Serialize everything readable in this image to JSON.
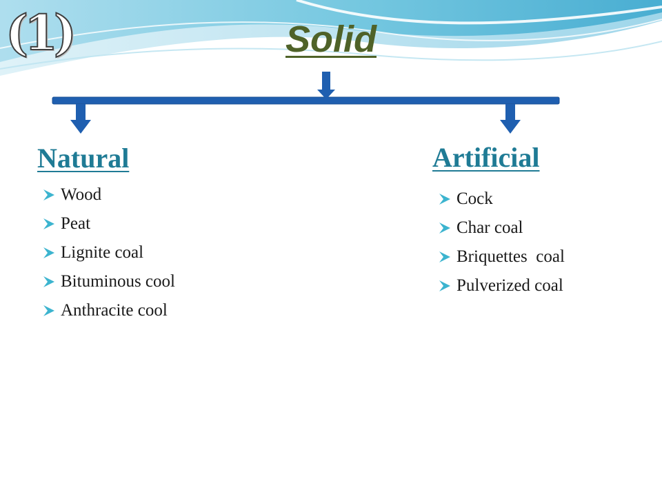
{
  "slide_number": "(1)",
  "title": "Solid",
  "branches": {
    "natural": {
      "heading": "Natural",
      "items": [
        "Wood",
        "Peat",
        "Lignite coal",
        "Bituminous cool",
        "Anthracite cool"
      ]
    },
    "artificial": {
      "heading": "Artificial",
      "items": [
        "Cock",
        "Char coal",
        "Briquettes  coal",
        "Pulverized coal"
      ]
    }
  },
  "colors": {
    "title": "#4f6228",
    "heading": "#1f7b95",
    "connector": "#1f5fb0",
    "bullet": "#3cb4cf",
    "wave": "#5bbcd9"
  },
  "icons": {
    "bullet": "arrowhead-bullet-icon",
    "arrow": "down-arrow-icon"
  }
}
